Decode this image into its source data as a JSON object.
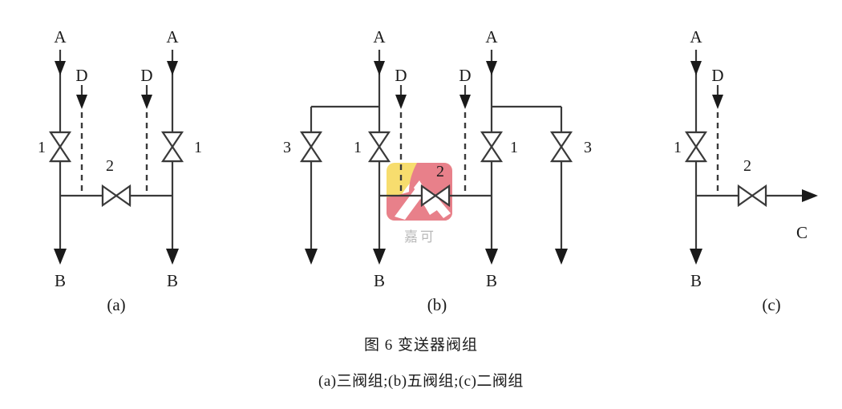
{
  "figure": {
    "caption_title": "图 6   变送器阀组",
    "caption_sub": "(a)三阀组;(b)五阀组;(c)二阀组"
  },
  "colors": {
    "line": "#3a3a3a",
    "arrow": "#1a1a1a",
    "valve_fill": "#ffffff",
    "watermark_yellow": "#F7DD6E",
    "watermark_pink": "#E8808A",
    "watermark_text": "#b9b9b9",
    "background": "#ffffff"
  },
  "panels": [
    {
      "id": "a",
      "sub_label": "(a)",
      "title": "三阀组",
      "ports": [
        {
          "name": "A",
          "label": "A"
        },
        {
          "name": "D",
          "label": "D"
        },
        {
          "name": "D",
          "label": "D"
        },
        {
          "name": "A",
          "label": "A"
        },
        {
          "name": "B",
          "label": "B"
        },
        {
          "name": "B",
          "label": "B"
        }
      ],
      "valves": [
        {
          "num": "1",
          "orientation": "vertical"
        },
        {
          "num": "2",
          "orientation": "horizontal"
        },
        {
          "num": "1",
          "orientation": "vertical"
        }
      ]
    },
    {
      "id": "b",
      "sub_label": "(b)",
      "title": "五阀组",
      "ports": [
        {
          "name": "A",
          "label": "A"
        },
        {
          "name": "D",
          "label": "D"
        },
        {
          "name": "D",
          "label": "D"
        },
        {
          "name": "A",
          "label": "A"
        },
        {
          "name": "B",
          "label": "B"
        },
        {
          "name": "B",
          "label": "B"
        }
      ],
      "valves": [
        {
          "num": "3",
          "orientation": "vertical"
        },
        {
          "num": "1",
          "orientation": "vertical"
        },
        {
          "num": "2",
          "orientation": "horizontal"
        },
        {
          "num": "1",
          "orientation": "vertical"
        },
        {
          "num": "3",
          "orientation": "vertical"
        }
      ]
    },
    {
      "id": "c",
      "sub_label": "(c)",
      "title": "二阀组",
      "ports": [
        {
          "name": "A",
          "label": "A"
        },
        {
          "name": "D",
          "label": "D"
        },
        {
          "name": "B",
          "label": "B"
        },
        {
          "name": "C",
          "label": "C"
        }
      ],
      "valves": [
        {
          "num": "1",
          "orientation": "vertical"
        },
        {
          "num": "2",
          "orientation": "horizontal"
        }
      ]
    }
  ],
  "labels": {
    "panel_a": {
      "A_left": "A",
      "A_right": "A",
      "D_left": "D",
      "D_right": "D",
      "B_left": "B",
      "B_right": "B",
      "v1_left": "1",
      "v1_right": "1",
      "v2": "2",
      "sub": "(a)"
    },
    "panel_b": {
      "A_left": "A",
      "A_right": "A",
      "D_left": "D",
      "D_right": "D",
      "B_left": "B",
      "B_right": "B",
      "v3_left": "3",
      "v1_left": "1",
      "v2": "2",
      "v1_right": "1",
      "v3_right": "3",
      "sub": "(b)"
    },
    "panel_c": {
      "A": "A",
      "D": "D",
      "B": "B",
      "C": "C",
      "v1": "1",
      "v2": "2",
      "sub": "(c)"
    }
  },
  "watermark": {
    "text": "嘉可",
    "name": "jiake-logo"
  }
}
